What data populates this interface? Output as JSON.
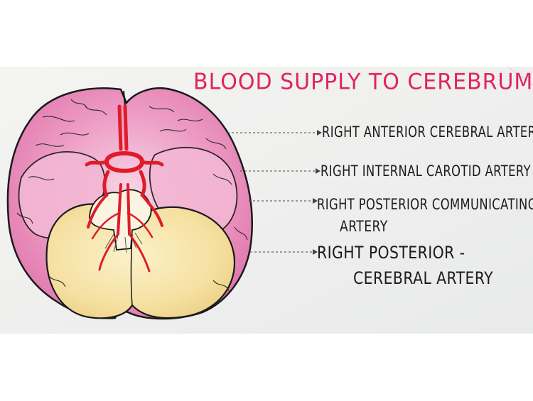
{
  "title": "BLOOD SUPPLY TO CEREBRUM",
  "labels": {
    "anterior_cerebral": "RIGHT ANTERIOR CEREBRAL ARTERY",
    "internal_carotid": "RIGHT INTERNAL CAROTID ARTERY",
    "posterior_communicating_line1": "RIGHT POSTERIOR COMMUNICATING",
    "posterior_communicating_line2": "ARTERY",
    "posterior_cerebral_line1": "RIGHT POSTERIOR -",
    "posterior_cerebral_line2": "CEREBRAL ARTERY"
  },
  "colors": {
    "title": "#e0245e",
    "artery": "#e01c2a",
    "cerebrum": "#ea86b8",
    "cerebellum": "#f6e3a6",
    "text": "#1b1b1b"
  }
}
